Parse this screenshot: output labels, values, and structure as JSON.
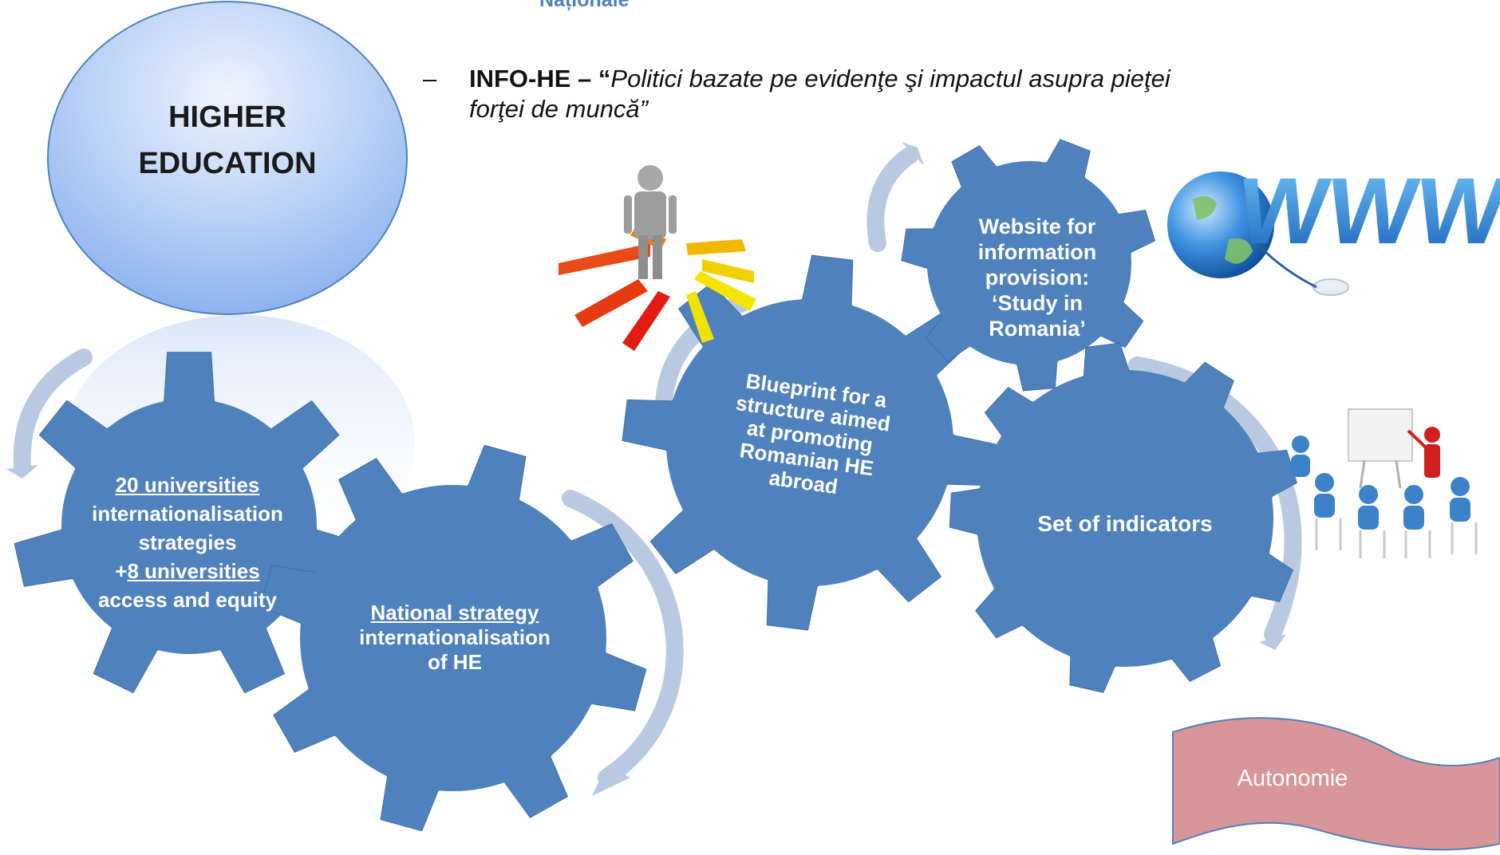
{
  "header": {
    "cut_title": "Naționale"
  },
  "bullet": {
    "dash": "–",
    "lead_bold": "INFO-HE – “",
    "italic_line1": "Politici bazate pe evidenţe şi impactul asupra pieţei",
    "italic_line2": "forţei de muncă”"
  },
  "oval": {
    "line1": "HIGHER",
    "line2": "EDUCATION"
  },
  "gears": {
    "g1": {
      "line1": "20 universities",
      "line2": "internationalisation",
      "line3": "strategies",
      "line4_prefix": "+",
      "line4_underlined": "8 universities",
      "line5": "access and equity"
    },
    "g2": {
      "line1": "National strategy",
      "line2": "internationalisation",
      "line3": "of HE"
    },
    "g3": {
      "line1": "Blueprint for a",
      "line2": "structure aimed",
      "line3": "at promoting",
      "line4": "Romanian HE",
      "line5": "abroad"
    },
    "g4": {
      "line1": "Website for",
      "line2": "information",
      "line3": "provision:",
      "line4": "‘Study in",
      "line5": "Romania’"
    },
    "g5": {
      "line1": "Set of indicators"
    }
  },
  "clipart": {
    "www_text": "WWW"
  },
  "flag": {
    "label": "Autonomie"
  },
  "colors": {
    "gear": "#4f81bd",
    "gear_dark": "#3f6fa8",
    "arrow": "#b8c9e1",
    "oval_fill_top": "#dbe8fb",
    "oval_fill_bottom": "#8db3ef",
    "flag_fill": "#d9969a"
  }
}
